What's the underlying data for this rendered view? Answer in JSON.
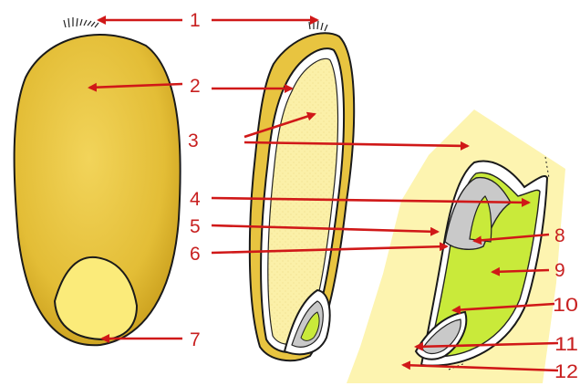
{
  "diagram": {
    "labels": [
      "1",
      "2",
      "3",
      "4",
      "5",
      "6",
      "7",
      "8",
      "9",
      "10",
      "11",
      "12"
    ],
    "colors": {
      "arrow": "#d01818",
      "label_text": "#c82020",
      "kernel_gold": "#e8c440",
      "endosperm": "#fbf0a8",
      "germ_section_bg": "#fdf4b0",
      "embryo_green": "#c9ea3a",
      "scutellum_grey": "#c9c9c9",
      "outline": "#1a1a1a"
    },
    "parts": [
      "whole-kernel",
      "kernel-longitudinal-section",
      "germ-enlarged-section"
    ]
  }
}
